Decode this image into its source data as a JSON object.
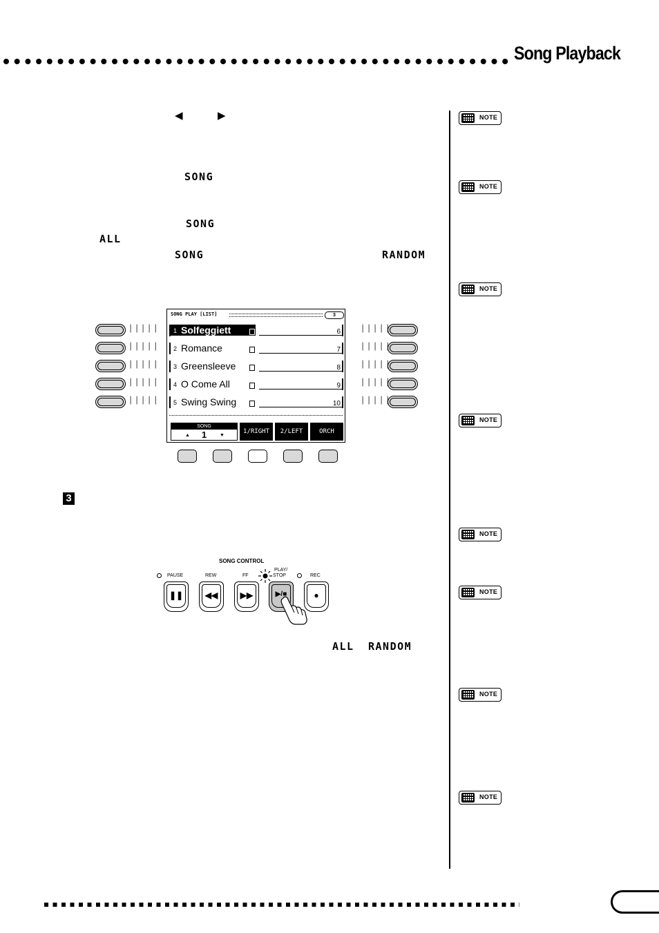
{
  "header": {
    "title": "Song Playback"
  },
  "body_text": {
    "arrows": [
      "◀",
      "▶"
    ],
    "song_1": "SONG",
    "song_2": "SONG",
    "all_1": "ALL",
    "song_3": "SONG",
    "random_1": "RANDOM",
    "step_number": "3",
    "all_2": "ALL",
    "random_2": "RANDOM"
  },
  "sidebar": {
    "notes": [
      "NOTE",
      "NOTE",
      "NOTE",
      "NOTE",
      "NOTE",
      "NOTE",
      "NOTE",
      "NOTE"
    ]
  },
  "display": {
    "title": "SONG PLAY [LIST]",
    "page_indicator": "3",
    "songs": [
      {
        "num": "1",
        "name": "Solfeggiett",
        "right_num": "6",
        "selected": true
      },
      {
        "num": "2",
        "name": "Romance",
        "right_num": "7",
        "selected": false
      },
      {
        "num": "3",
        "name": "Greensleeve",
        "right_num": "8",
        "selected": false
      },
      {
        "num": "4",
        "name": "O Come All",
        "right_num": "9",
        "selected": false
      },
      {
        "num": "5",
        "name": "Swing Swing",
        "right_num": "10",
        "selected": false
      }
    ],
    "song_tab_label": "SONG",
    "song_tab_value": "1",
    "tabs": [
      "1/RIGHT",
      "2/LEFT",
      "ORCH"
    ]
  },
  "song_control": {
    "title": "SONG CONTROL",
    "buttons": [
      {
        "label": "PAUSE",
        "glyph": "❚❚"
      },
      {
        "label": "REW",
        "glyph": "◀◀"
      },
      {
        "label": "FF",
        "glyph": "▶▶"
      },
      {
        "label": "PLAY/",
        "label2": "STOP",
        "glyph": "▶/■"
      },
      {
        "label": "REC",
        "glyph": "●"
      }
    ]
  }
}
